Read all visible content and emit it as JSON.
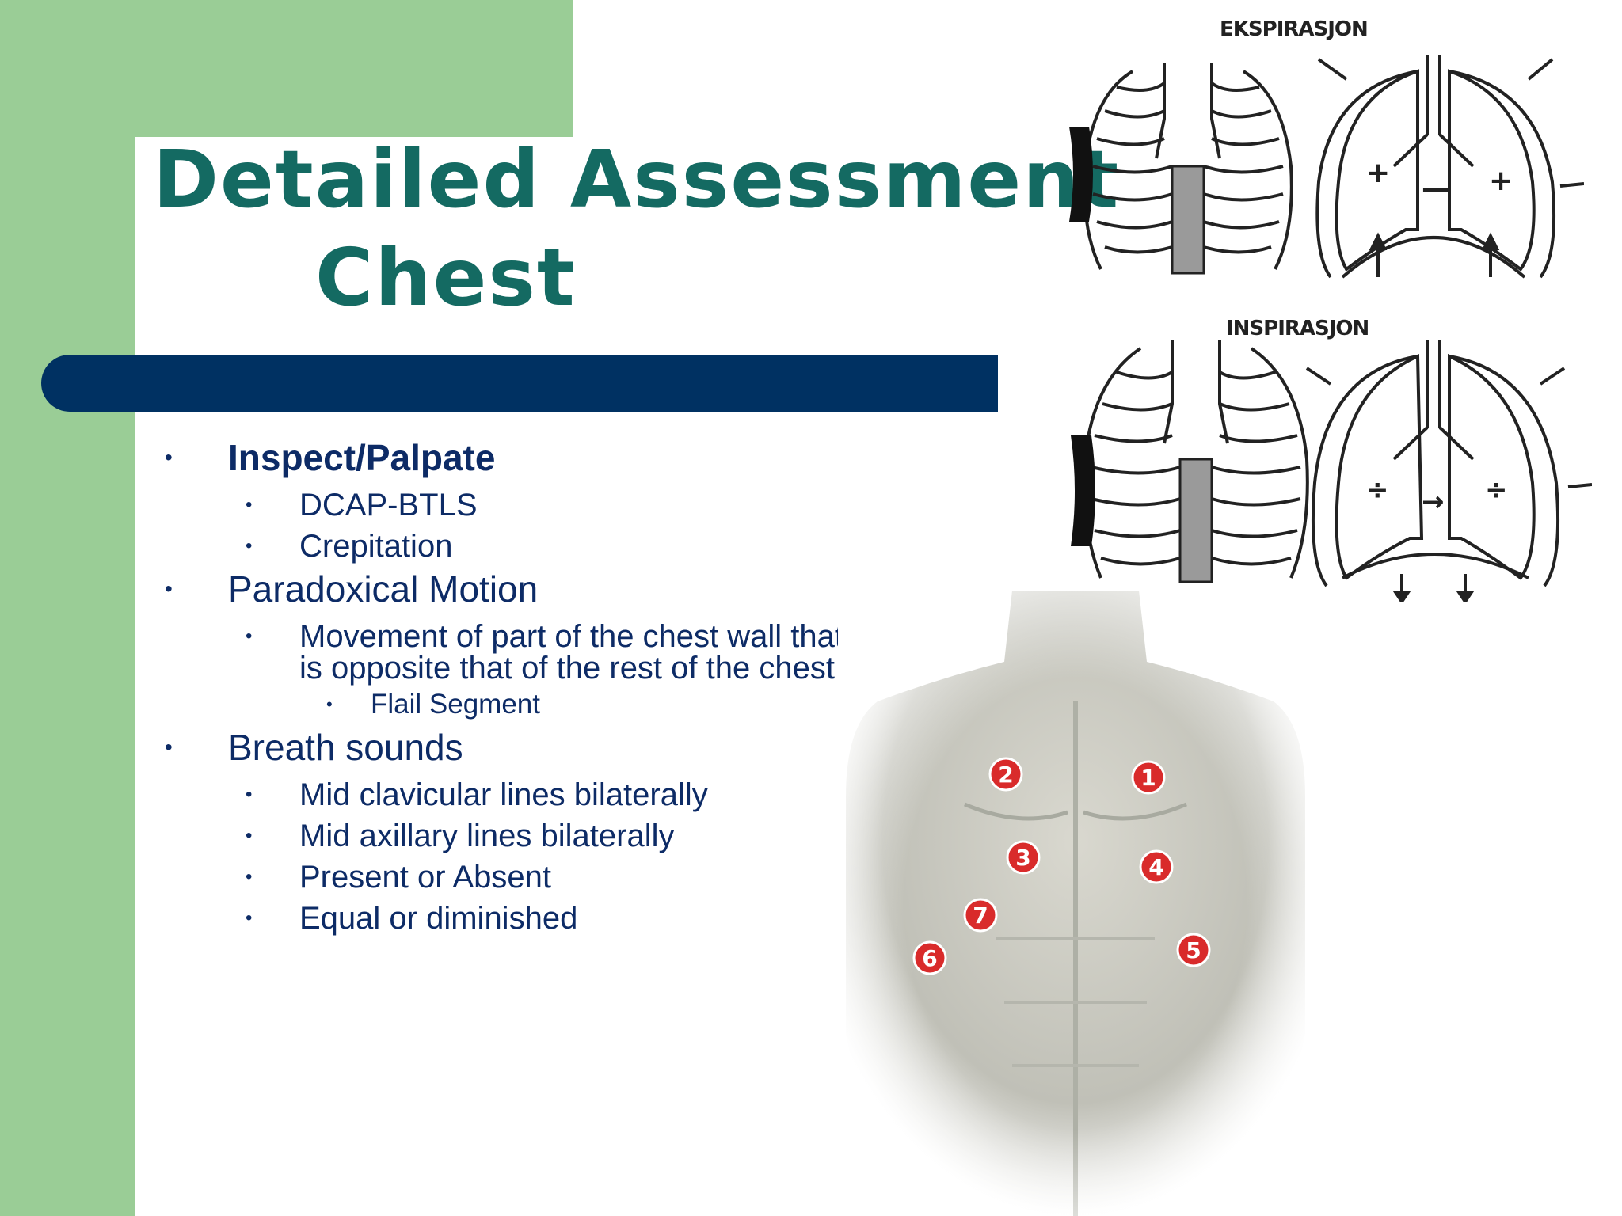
{
  "slide": {
    "title_line1": "Detailed Assessment",
    "title_line2": "Chest",
    "bullets": [
      {
        "text": "Inspect/Palpate",
        "bold": true,
        "sub": [
          {
            "text": "DCAP-BTLS"
          },
          {
            "text": "Crepitation"
          }
        ]
      },
      {
        "text": "Paradoxical Motion",
        "sub": [
          {
            "text": "Movement of part of the chest wall that is opposite that of the rest of the chest",
            "sub": [
              {
                "text": "Flail Segment"
              }
            ]
          }
        ]
      },
      {
        "text": "Breath sounds",
        "sub": [
          {
            "text": "Mid clavicular lines bilaterally"
          },
          {
            "text": "Mid axillary lines bilaterally"
          },
          {
            "text": "Present or Absent"
          },
          {
            "text": "Equal or diminished"
          }
        ]
      }
    ]
  },
  "diagrams": {
    "expiration_label": "EKSPIRASJON",
    "inspiration_label": "INSPIRASJON"
  },
  "photo": {
    "markers": [
      "1",
      "2",
      "3",
      "4",
      "5",
      "6",
      "7"
    ]
  },
  "colors": {
    "green": "#9acd96",
    "title": "#146a62",
    "bar": "#003162",
    "text": "#0d2b66",
    "marker": "#d92b2b"
  }
}
